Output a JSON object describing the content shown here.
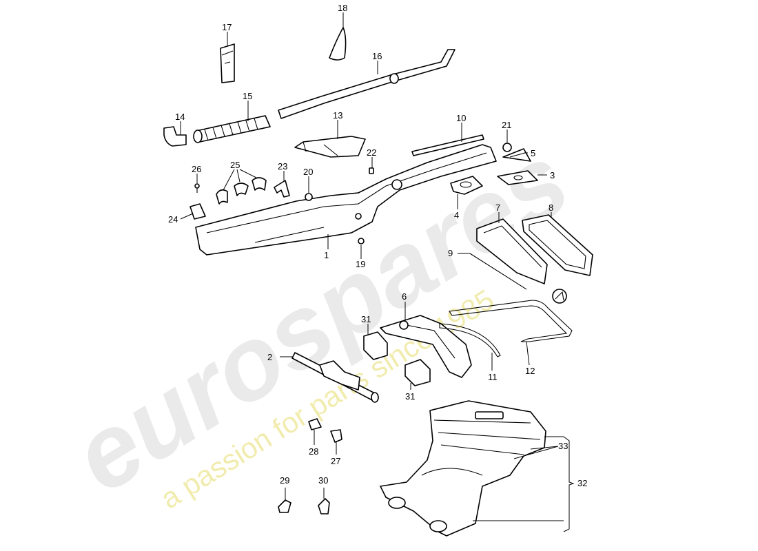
{
  "watermark": {
    "brand": "eurospares",
    "tagline": "a passion for parts since 1985",
    "brand_color": "#d9d9d9",
    "tagline_color": "#e8e07a"
  },
  "callouts": {
    "n1": "1",
    "n2": "2",
    "n3": "3",
    "n4": "4",
    "n5": "5",
    "n6": "6",
    "n7": "7",
    "n8": "8",
    "n9": "9",
    "n10": "10",
    "n11": "11",
    "n12": "12",
    "n13": "13",
    "n14": "14",
    "n15": "15",
    "n16": "16",
    "n17": "17",
    "n18": "18",
    "n19": "19",
    "n20": "20",
    "n21": "21",
    "n22": "22",
    "n23": "23",
    "n24": "24",
    "n25": "25",
    "n26": "26",
    "n27": "27",
    "n28": "28",
    "n29": "29",
    "n30": "30",
    "n31a": "31",
    "n31b": "31",
    "n32": "32",
    "n33": "33"
  }
}
